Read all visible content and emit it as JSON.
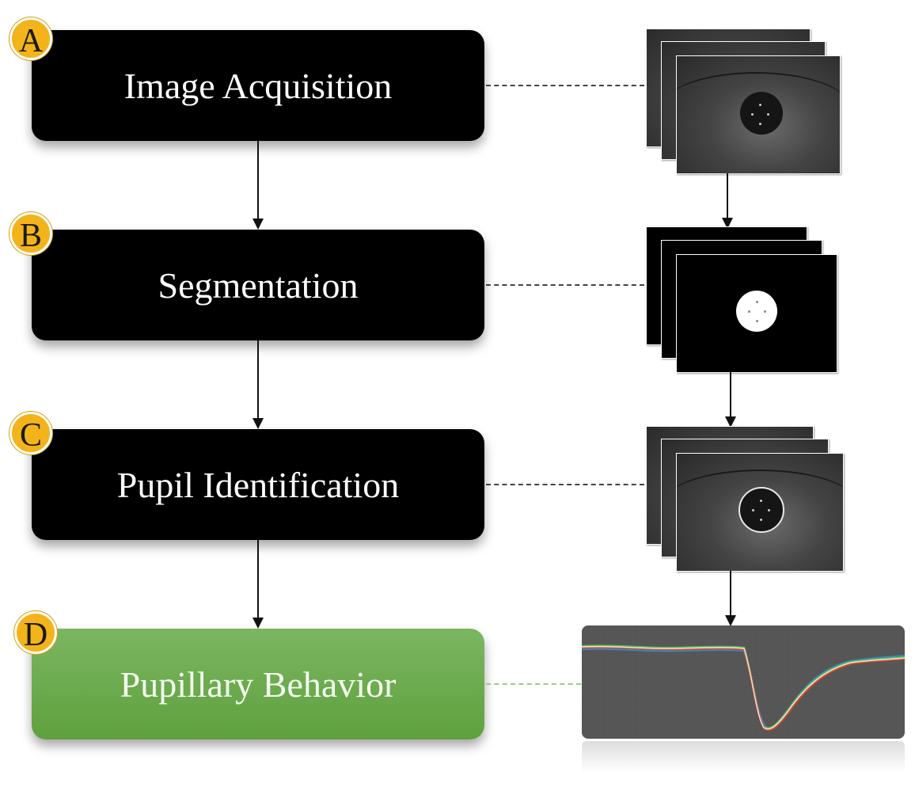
{
  "stages": [
    {
      "letter": "A",
      "label": "Image Acquisition"
    },
    {
      "letter": "B",
      "label": "Segmentation"
    },
    {
      "letter": "C",
      "label": "Pupil Identification"
    },
    {
      "letter": "D",
      "label": "Pupillary Behavior"
    }
  ],
  "colors": {
    "badge": "#f3b31a",
    "stage_dark": "#000000",
    "stage_final": "#6aaa4a",
    "trace_red": "#e0452a",
    "trace_green": "#4fbf5a",
    "trace_blue": "#3b8fd0",
    "trace_white": "#f5f0e0"
  },
  "icons": [
    "eye-image-stack-icon",
    "binary-mask-stack-icon",
    "pupil-outline-stack-icon",
    "pupil-trace-graph-icon"
  ]
}
